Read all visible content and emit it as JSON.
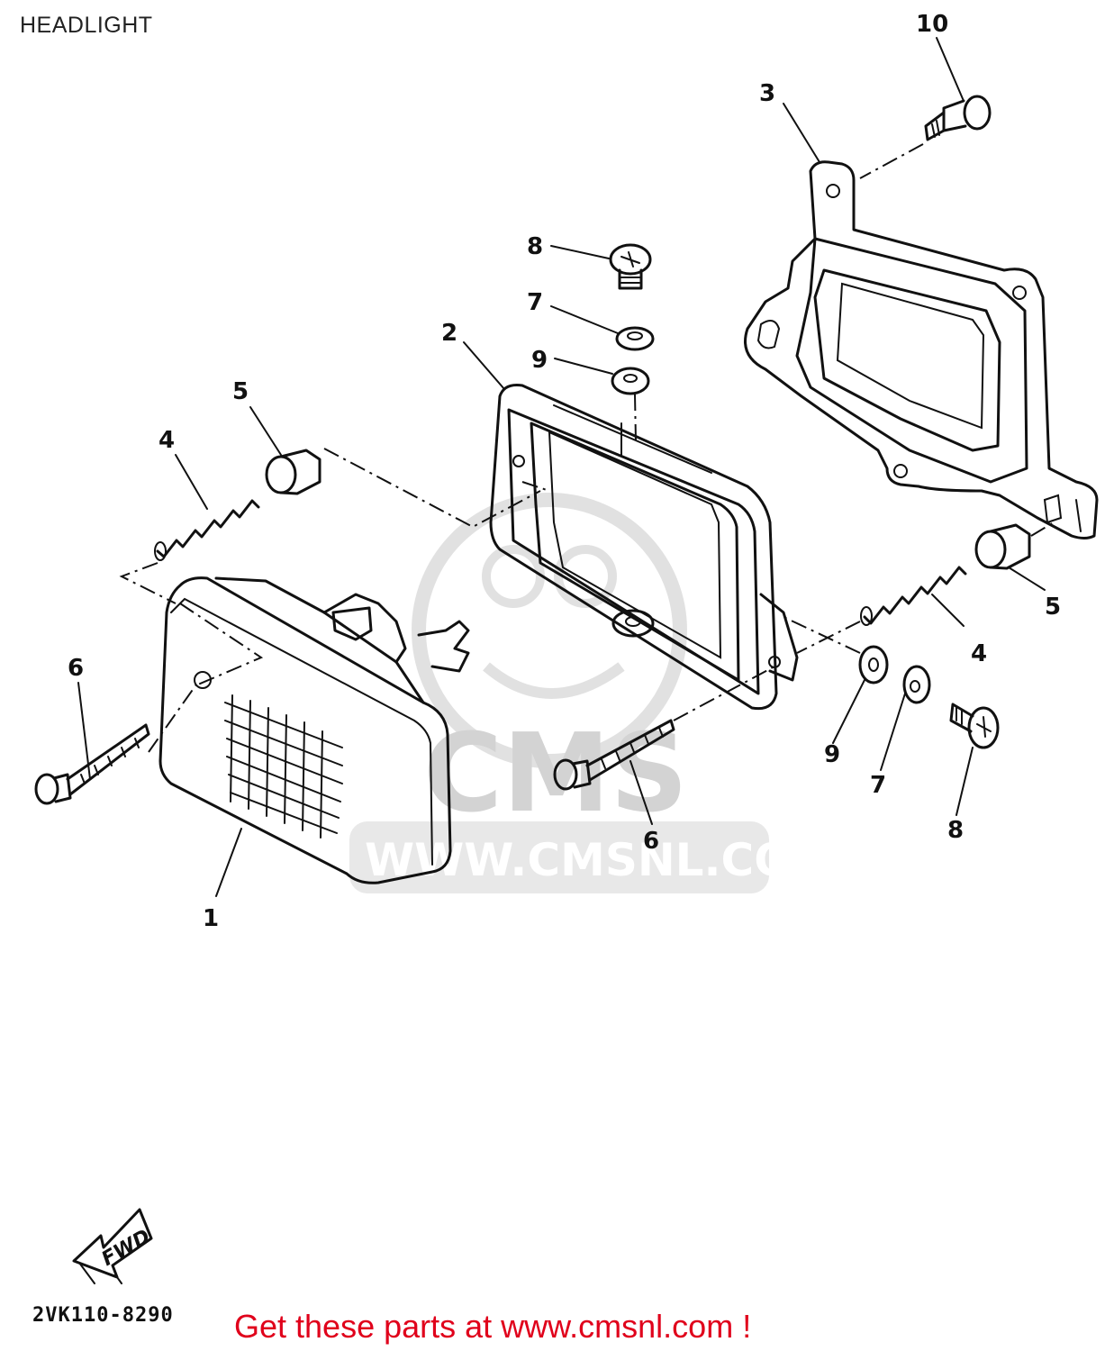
{
  "title": "HEADLIGHT",
  "diagram_code": "2VK110-8290",
  "fwd_label": "FWD",
  "watermark": {
    "brand": "CMS",
    "url": "WWW.CMSNL.COM"
  },
  "call_to_action": "Get these parts at www.cmsnl.com !",
  "callouts": [
    {
      "id": "callout-1",
      "label": "1"
    },
    {
      "id": "callout-2",
      "label": "2"
    },
    {
      "id": "callout-3",
      "label": "3"
    },
    {
      "id": "callout-4-left",
      "label": "4"
    },
    {
      "id": "callout-4-right",
      "label": "4"
    },
    {
      "id": "callout-5-left",
      "label": "5"
    },
    {
      "id": "callout-5-right",
      "label": "5"
    },
    {
      "id": "callout-6-left",
      "label": "6"
    },
    {
      "id": "callout-6-right",
      "label": "6"
    },
    {
      "id": "callout-7-top",
      "label": "7"
    },
    {
      "id": "callout-7-bottom",
      "label": "7"
    },
    {
      "id": "callout-8-top",
      "label": "8"
    },
    {
      "id": "callout-8-bottom",
      "label": "8"
    },
    {
      "id": "callout-9-top",
      "label": "9"
    },
    {
      "id": "callout-9-bottom",
      "label": "9"
    },
    {
      "id": "callout-10",
      "label": "10"
    }
  ],
  "colors": {
    "cta": "#e0001b",
    "line": "#111111",
    "watermark": "#cfcfcf"
  }
}
